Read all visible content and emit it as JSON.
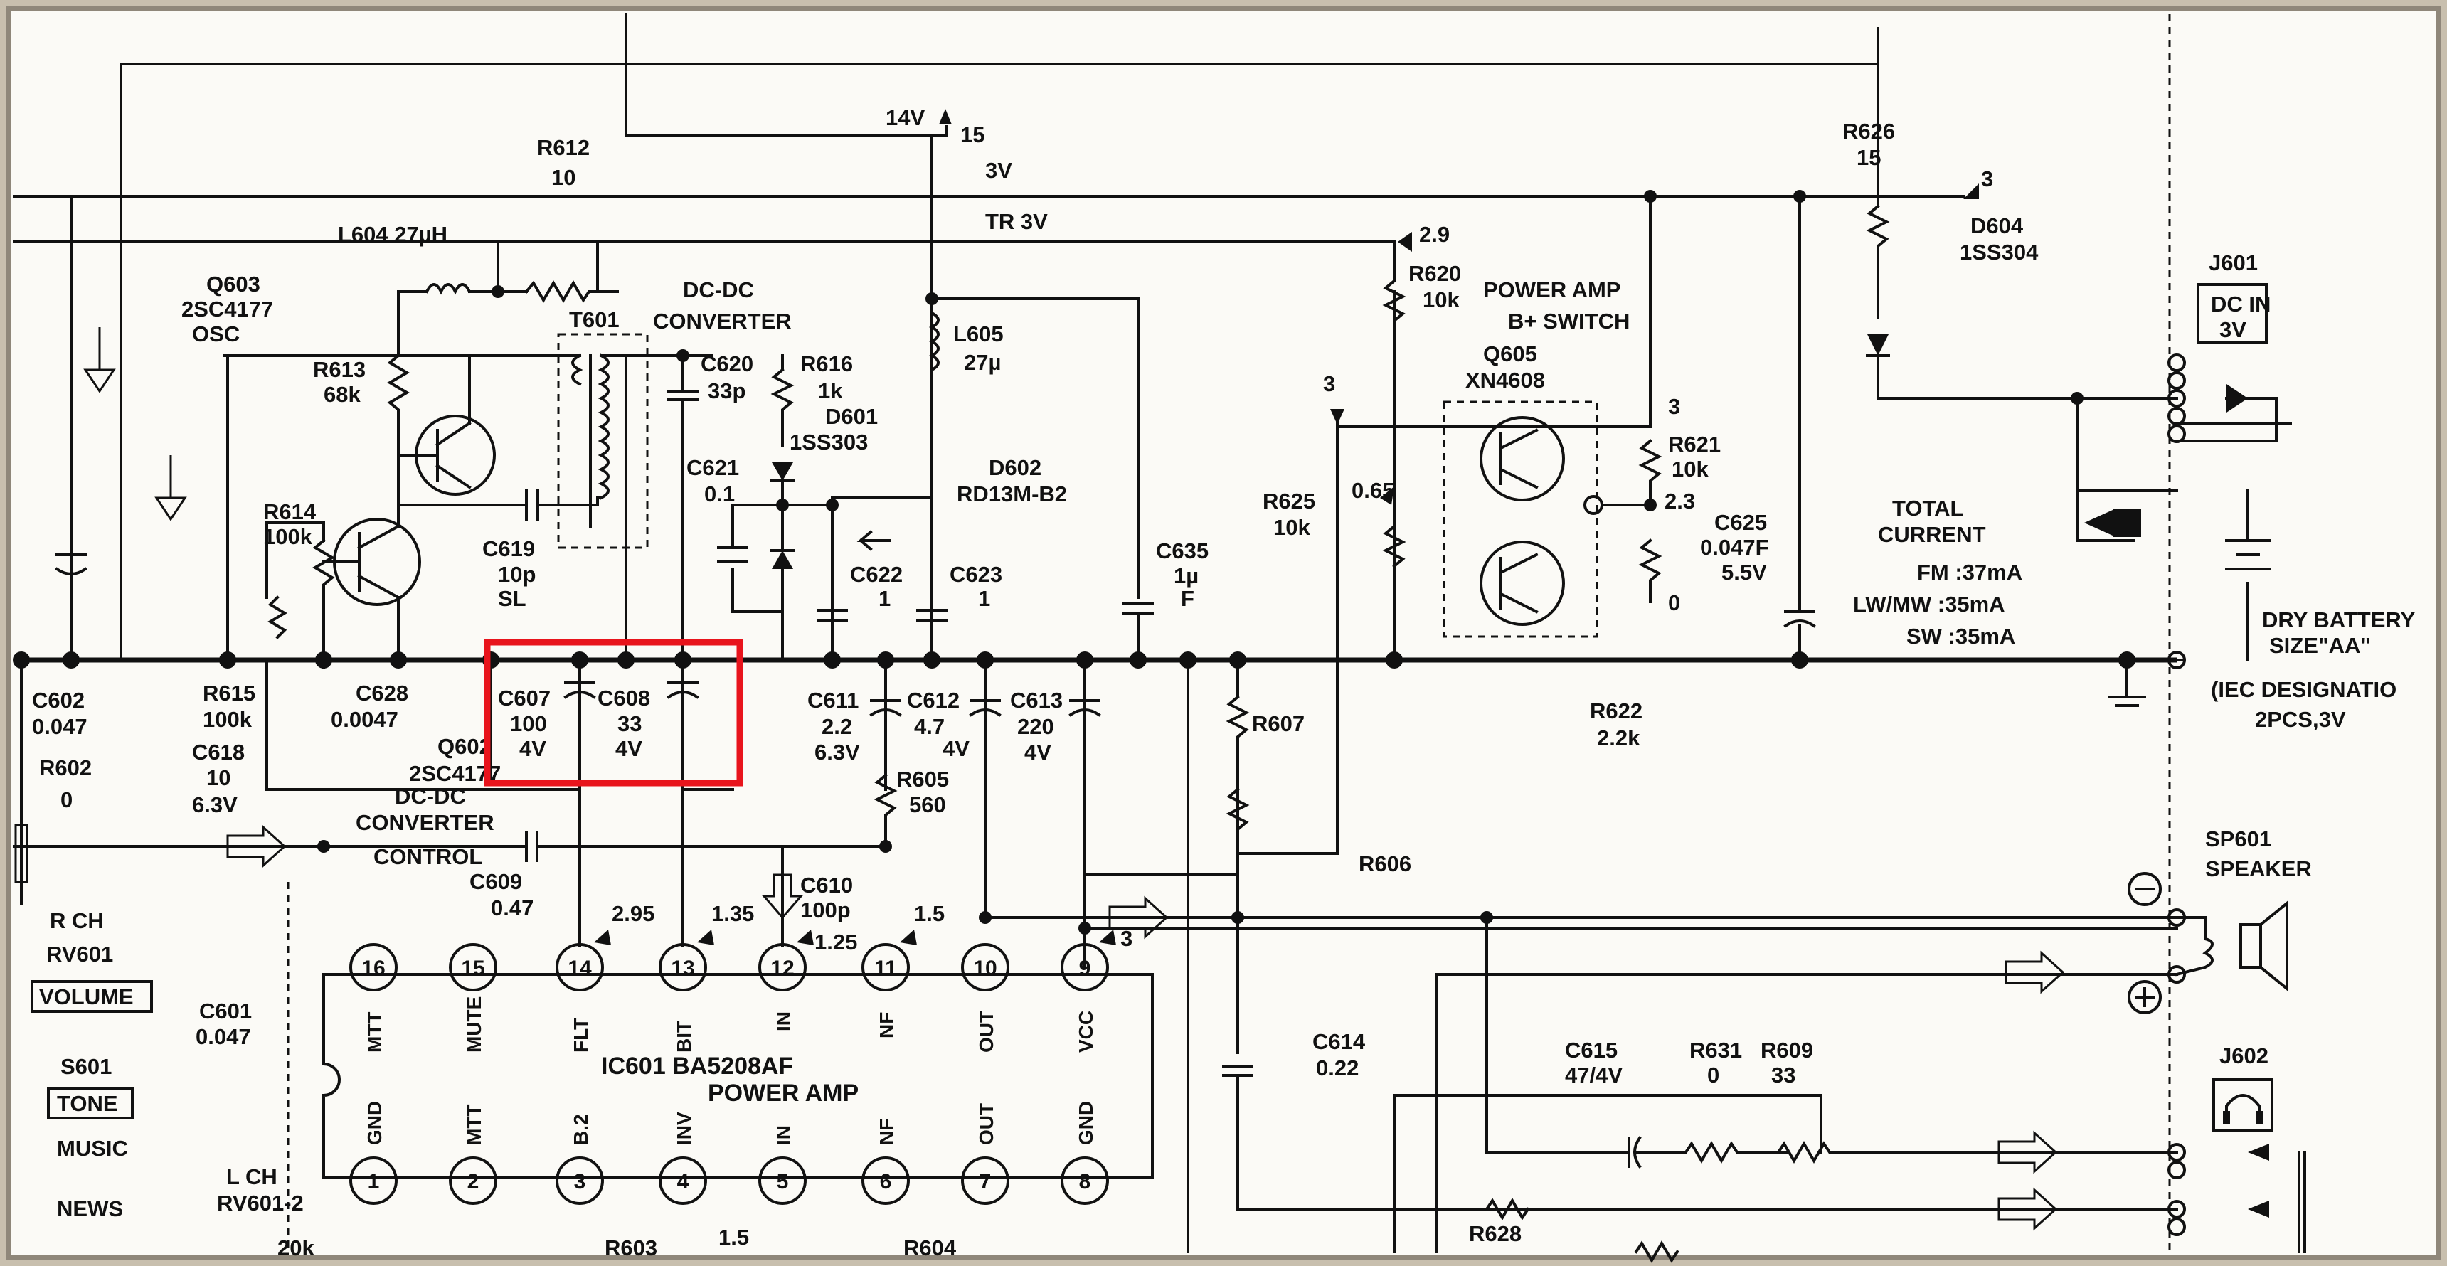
{
  "title_parts": {
    "dcdc_top_1": "DC-DC",
    "dcdc_top_2": "CONVERTER",
    "power_amp_switch_1": "POWER AMP",
    "power_amp_switch_2": "B+ SWITCH",
    "dcdc_ctrl_1": "DC-DC",
    "dcdc_ctrl_2": "CONVERTER",
    "dcdc_ctrl_3": "CONTROL"
  },
  "rails": {
    "v14": "14V",
    "n15": "15",
    "v3": "3V",
    "tr3v": "TR 3V",
    "v29": "2.9",
    "v3_right": "3",
    "v3_mid": "3",
    "v3_q605": "3",
    "v23": "2.3",
    "v0": "0",
    "v065": "0.65"
  },
  "components": {
    "r612": [
      "R612",
      "10"
    ],
    "l604": "L604 27µH",
    "q603": [
      "Q603",
      "2SC4177",
      "OSC"
    ],
    "r613": [
      "R613",
      "68k"
    ],
    "t601": "T601",
    "c620": [
      "C620",
      "33p"
    ],
    "r616": [
      "R616",
      "1k"
    ],
    "d601": [
      "D601",
      "1SS303"
    ],
    "l605": [
      "L605",
      "27µ"
    ],
    "d602": [
      "D602",
      "RD13M-B2"
    ],
    "c621": [
      "C621",
      "0.1"
    ],
    "r614": [
      "R614",
      "100k"
    ],
    "c619": [
      "C619",
      "10p",
      "SL"
    ],
    "c622": [
      "C622",
      "1"
    ],
    "c623": [
      "C623",
      "1"
    ],
    "c635": [
      "C635",
      "1µ",
      "F"
    ],
    "r620": [
      "R620",
      "10k"
    ],
    "q605": [
      "Q605",
      "XN4608"
    ],
    "r625": [
      "R625",
      "10k"
    ],
    "r621": [
      "R621",
      "10k"
    ],
    "c625": [
      "C625",
      "0.047F",
      "5.5V"
    ],
    "r626": [
      "R626",
      "15"
    ],
    "d604": [
      "D604",
      "1SS304"
    ],
    "j601": [
      "J601",
      "DC IN",
      "3V"
    ],
    "c602": [
      "C602",
      "0.047"
    ],
    "r615": [
      "R615",
      "100k"
    ],
    "c628": [
      "C628",
      "0.0047"
    ],
    "q602": [
      "Q602",
      "2SC4177"
    ],
    "c607": [
      "C607",
      "100",
      "4V"
    ],
    "c608": [
      "C608",
      "33",
      "4V"
    ],
    "c611": [
      "C611",
      "2.2",
      "6.3V"
    ],
    "c612": [
      "C612",
      "4.7",
      "4V"
    ],
    "c613": [
      "C613",
      "220",
      "4V"
    ],
    "r607": "R607",
    "r622": [
      "R622",
      "2.2k"
    ],
    "r602": [
      "R602",
      "0"
    ],
    "c618": [
      "C618",
      "10",
      "6.3V"
    ],
    "r605": [
      "R605",
      "560"
    ],
    "r606": "R606",
    "c609": [
      "C609",
      "0.47"
    ],
    "c610": [
      "C610",
      "100p"
    ],
    "rv601": [
      "R CH",
      "RV601",
      "VOLUME"
    ],
    "c601": [
      "C601",
      "0.047"
    ],
    "s601": [
      "S601",
      "TONE",
      "MUSIC",
      "NEWS"
    ],
    "lch": [
      "L CH",
      "RV601-2"
    ],
    "c614": [
      "C614",
      "0.22"
    ],
    "c615": [
      "C615",
      "47/4V"
    ],
    "r631": [
      "R631",
      "0"
    ],
    "r609": [
      "R609",
      "33"
    ],
    "r628": "R628",
    "sp601": [
      "SP601",
      "SPEAKER"
    ],
    "j602": "J602",
    "r603": "R603",
    "r604": "R604",
    "k20": "20k",
    "v15_bottom": "1.5"
  },
  "total_current": {
    "title_1": "TOTAL",
    "title_2": "CURRENT",
    "fm": "FM :37mA",
    "lwmw": "LW/MW :35mA",
    "sw": "SW :35mA"
  },
  "battery": {
    "line1": "DRY BATTERY",
    "line2": "SIZE\"AA\"",
    "line3": "(IEC DESIGNATIO",
    "line4": "2PCS,3V"
  },
  "ic601": {
    "name": "IC601 BA5208AF",
    "sub": "POWER AMP",
    "top_pins": [
      "16",
      "15",
      "14",
      "13",
      "12",
      "11",
      "10",
      "9"
    ],
    "top_names": [
      "MTT",
      "MUTE",
      "FLT",
      "BIT",
      "IN",
      "NF",
      "OUT",
      "VCC"
    ],
    "bottom_pins": [
      "1",
      "2",
      "3",
      "4",
      "5",
      "6",
      "7",
      "8"
    ],
    "bottom_names": [
      "GND",
      "MTT",
      "B.2",
      "INV",
      "IN",
      "NF",
      "OUT",
      "GND"
    ],
    "voltages": [
      "2.95",
      "1.35",
      "1.25",
      "1.5"
    ],
    "v_pin9": "3"
  },
  "highlight_color": "#e8141c"
}
